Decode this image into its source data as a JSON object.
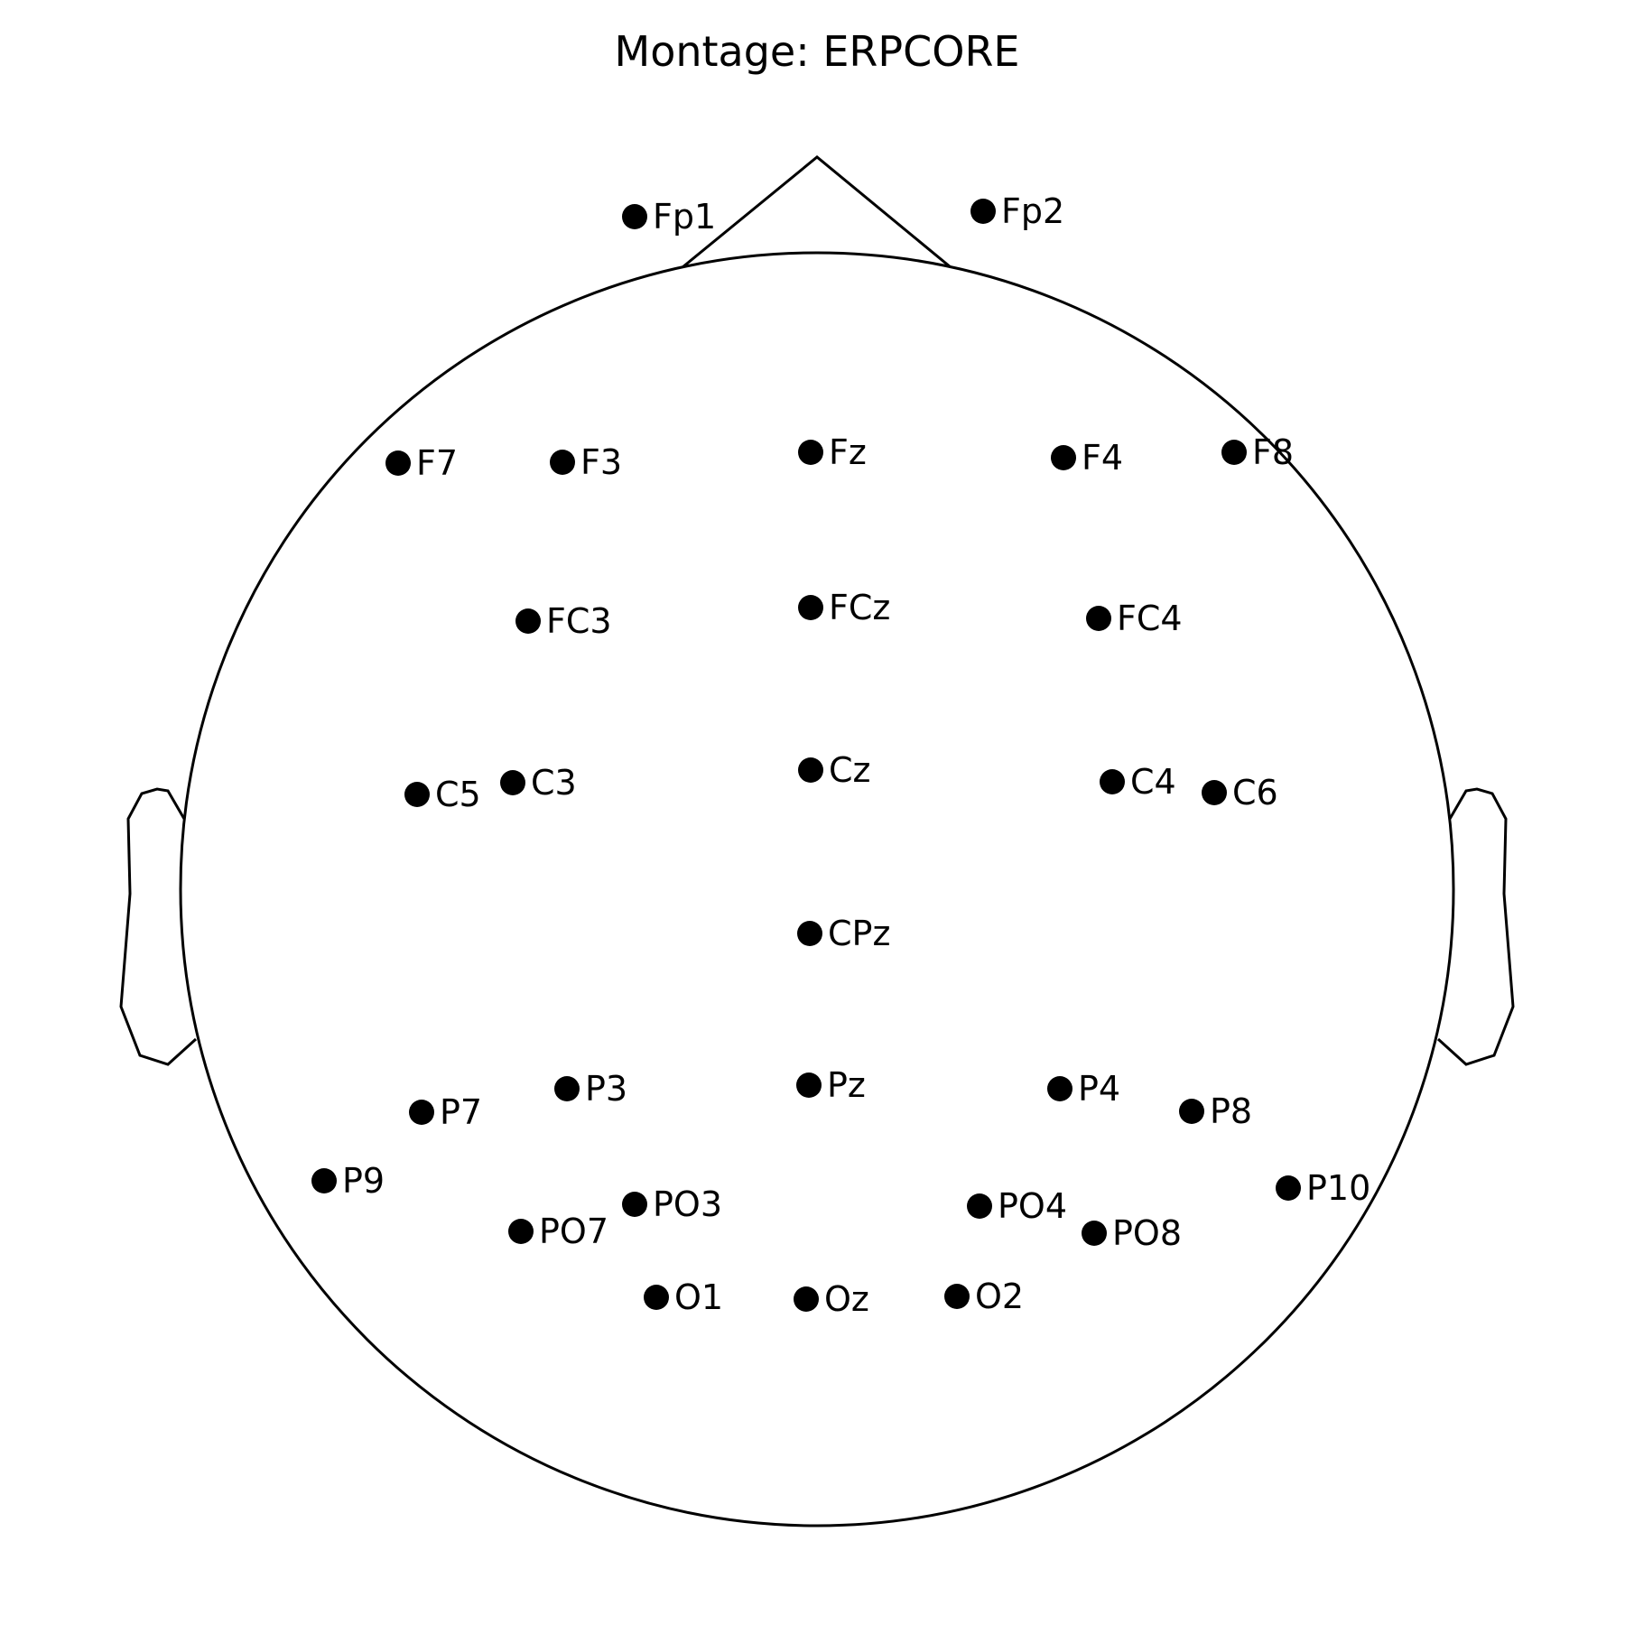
{
  "title": "Montage: ERPCORE",
  "electrodes": [
    {
      "name": "Fp1"
    },
    {
      "name": "Fp2"
    },
    {
      "name": "F7"
    },
    {
      "name": "F3"
    },
    {
      "name": "Fz"
    },
    {
      "name": "F4"
    },
    {
      "name": "F8"
    },
    {
      "name": "FC3"
    },
    {
      "name": "FCz"
    },
    {
      "name": "FC4"
    },
    {
      "name": "C5"
    },
    {
      "name": "C3"
    },
    {
      "name": "Cz"
    },
    {
      "name": "C4"
    },
    {
      "name": "C6"
    },
    {
      "name": "CPz"
    },
    {
      "name": "P3"
    },
    {
      "name": "Pz"
    },
    {
      "name": "P4"
    },
    {
      "name": "P7"
    },
    {
      "name": "P8"
    },
    {
      "name": "P9"
    },
    {
      "name": "P10"
    },
    {
      "name": "PO3"
    },
    {
      "name": "PO4"
    },
    {
      "name": "PO7"
    },
    {
      "name": "PO8"
    },
    {
      "name": "O1"
    },
    {
      "name": "Oz"
    },
    {
      "name": "O2"
    }
  ],
  "colors": {
    "outline": "#000000",
    "electrode": "#000000",
    "background": "#ffffff"
  }
}
